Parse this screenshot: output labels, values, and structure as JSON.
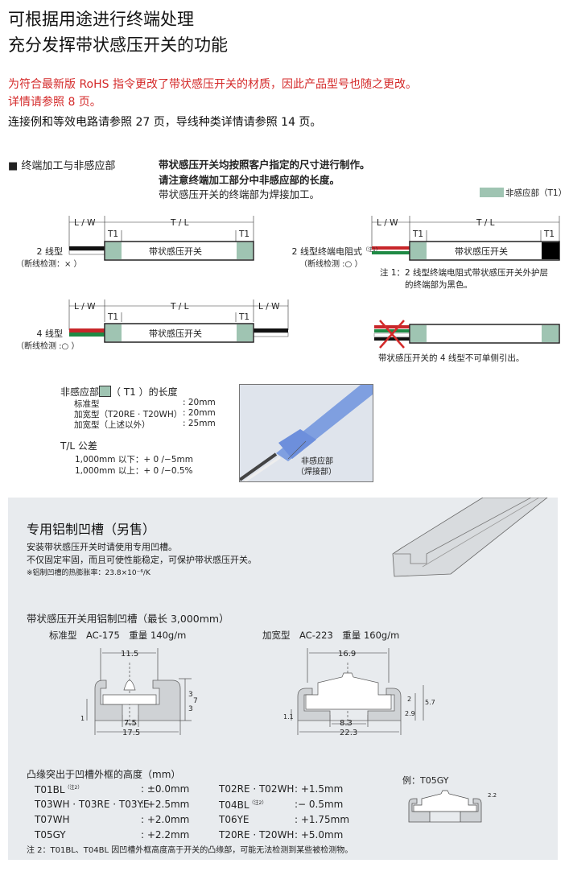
{
  "header": {
    "title_line1": "可根据用途进行终端处理",
    "title_line2": "充分发挥带状感压开关的功能"
  },
  "notice": {
    "red_line1": "为符合最新版 RoHS 指令更改了带状感压开关的材质，因此产品型号也随之更改。",
    "red_line2": "详情请参照 8 页。",
    "ref_line": "连接例和等效电路请参照 27 页，导线种类详情请参照 14 页。"
  },
  "termination": {
    "section_title": "■ 终端加工与非感应部",
    "bold_line1": "带状感压开关均按照客户指定的尺寸进行制作。",
    "bold_line2": "请注意终端加工部分中非感应部的长度。",
    "line3": "带状感压开关的终端部为焊接加工。",
    "legend": "非感应部（T1）",
    "dim_lw": "L / W",
    "dim_tl": "T / L",
    "dim_t1": "T1",
    "switch_label": "带状感压开关",
    "d1_label": "2 线型",
    "d1_sub": "（断线检测：× ）",
    "d2_label": "2 线型终端电阻式",
    "d2_note_mark": "（注1）",
    "d2_sub": "（断线检测 :○ ）",
    "note1_line1": "注 1：2 线型终端电阻式带状感压开关外护层",
    "note1_line2": "的终端部为黑色。",
    "d3_label": "4 线型",
    "d3_sub": "（断线检测 :○ ）",
    "d4_caption": "带状感压开关的 4 线型不可单侧引出。",
    "colors": {
      "t1": "#9fc4b2",
      "red_wire": "#c8262a",
      "green_wire": "#1f8a45"
    }
  },
  "t1_length": {
    "title_pre": "非感应部",
    "title_post": "（ T1 ）的长度",
    "rows": [
      {
        "label": "标准型",
        "value": ": 20mm"
      },
      {
        "label": "加宽型（T20RE · T20WH）",
        "value": ": 20mm"
      },
      {
        "label": "加宽型（上述以外）",
        "value": ": 25mm"
      }
    ],
    "tol_title": "T/L 公差",
    "tol_rows": [
      "1,000mm 以下：+ 0 /−5mm",
      "1,000mm 以上：+ 0 /−0.5%"
    ],
    "photo_label1": "非感应部",
    "photo_label2": "（焊接部）"
  },
  "channel": {
    "title": "专用铝制凹槽（另售）",
    "desc1": "安装带状感压开关时请使用专用凹槽。",
    "desc2": "不仅固定牢固，而且可使性能稳定，可保护带状感压开关。",
    "note": "※铝制凹槽的热膨胀率：23.8×10⁻⁶/K",
    "subtitle": "带状感压开关用铝制凹槽（最长 3,000mm）",
    "std": {
      "label": "标准型　AC-175　重量 140g/m",
      "dims": [
        "11.5",
        "3",
        "3",
        "7",
        "1",
        "7.5",
        "17.5"
      ]
    },
    "wide": {
      "label": "加宽型　AC-223　重量 160g/m",
      "dims": [
        "16.9",
        "1.1",
        "2",
        "2.9",
        "5.7",
        "8.3",
        "22.3"
      ]
    },
    "height_title": "凸缘突出于凹槽外框的高度（mm）",
    "heights": [
      {
        "model": "T01BL",
        "note": "（注2）",
        "value": ": ±0.0mm"
      },
      {
        "model": "T02RE · T02WH",
        "note": "",
        "value": ": +1.5mm"
      },
      {
        "model": "T03WH · T03RE · T03YE",
        "note": "",
        "value": ": +2.5mm"
      },
      {
        "model": "T04BL",
        "note": "（注2）",
        "value": ":− 0.5mm"
      },
      {
        "model": "T07WH",
        "note": "",
        "value": ": +2.0mm"
      },
      {
        "model": "T06YE",
        "note": "",
        "value": ": +1.75mm"
      },
      {
        "model": "T05GY",
        "note": "",
        "value": ": +2.2mm"
      },
      {
        "model": "T20RE · T20WH",
        "note": "",
        "value": ": +5.0mm"
      }
    ],
    "example": "例：T05GY",
    "example_dim": "2.2",
    "note2": "注 2：T01BL、T04BL 因凹槽外框高度高于开关的凸缘部，可能无法检测到某些被检测物。"
  }
}
